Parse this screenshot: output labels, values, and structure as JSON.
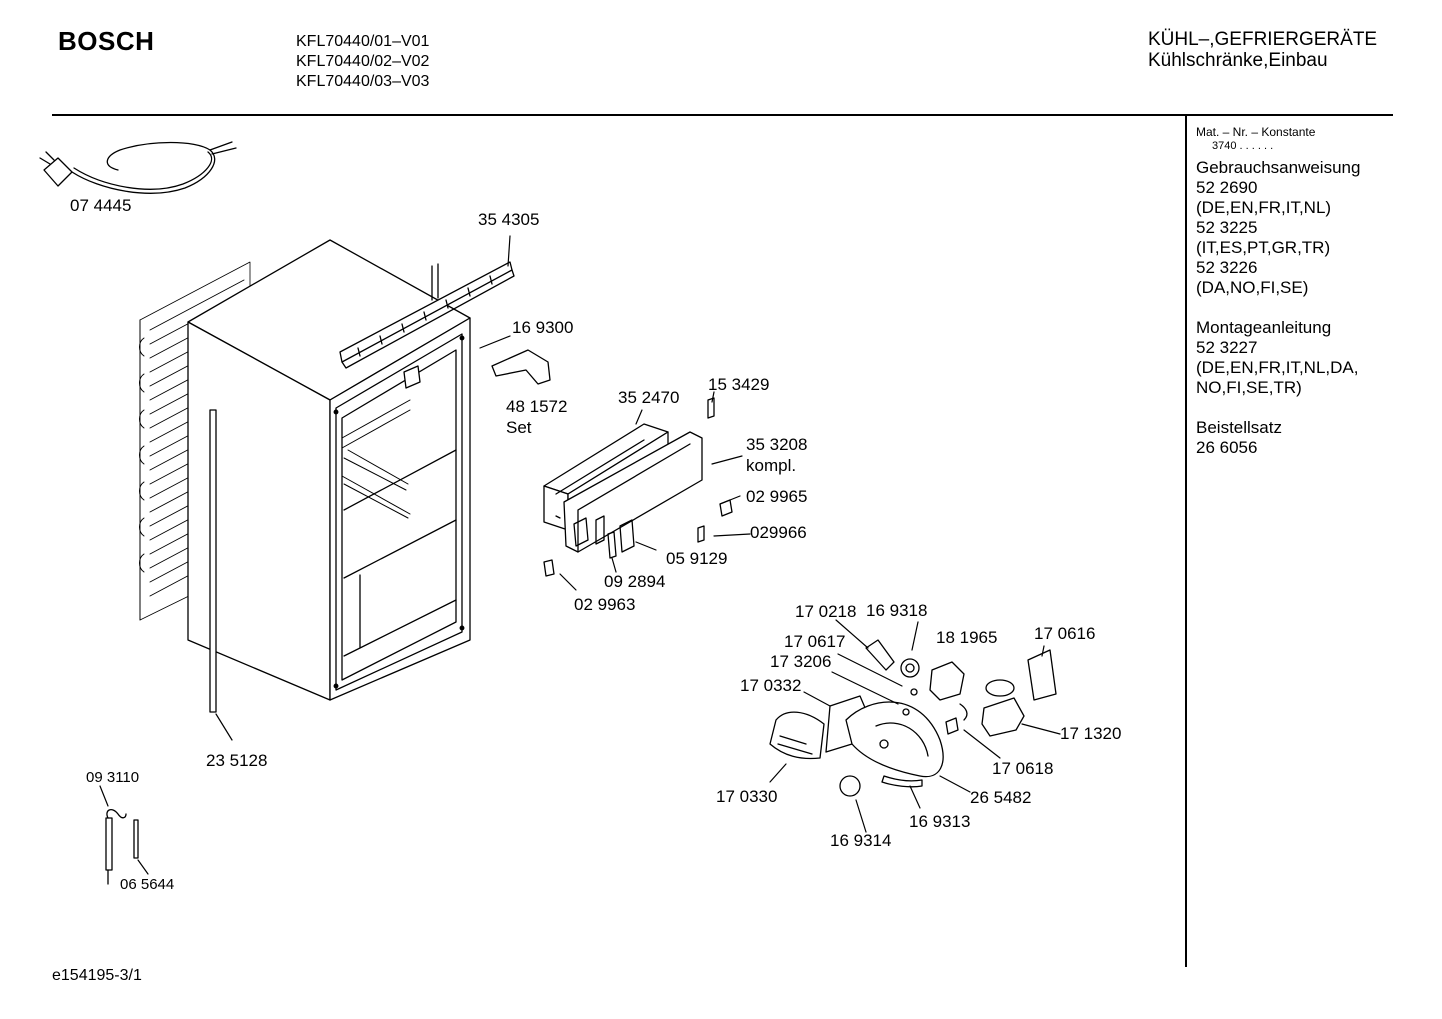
{
  "header": {
    "brand": "BOSCH",
    "models": [
      "KFL70440/01–V01",
      "KFL70440/02–V02",
      "KFL70440/03–V03"
    ],
    "category": "KÜHL–,GEFRIERGERÄTE",
    "subcategory": "Kühlschränke,Einbau"
  },
  "sidebar": {
    "mat_header": "Mat. – Nr. – Konstante",
    "mat_value": "3740  .  .  .  .  .  .",
    "sections": [
      {
        "title": "Gebrauchsanweisung",
        "lines": [
          "52 2690",
          "(DE,EN,FR,IT,NL)",
          "52 3225",
          "(IT,ES,PT,GR,TR)",
          "52 3226",
          "(DA,NO,FI,SE)"
        ]
      },
      {
        "title": "Montageanleitung",
        "lines": [
          "52 3227",
          "(DE,EN,FR,IT,NL,DA,",
          "NO,FI,SE,TR)"
        ]
      },
      {
        "title": "Beistellsatz",
        "lines": [
          "26 6056"
        ]
      }
    ]
  },
  "footer": {
    "doc_id": "e154195-3/1"
  },
  "parts": {
    "p074445": "07 4445",
    "p354305": "35 4305",
    "p169300": "16 9300",
    "p481572": "48 1572",
    "p481572_note": "Set",
    "p352470": "35 2470",
    "p153429": "15 3429",
    "p353208": "35 3208",
    "p353208_note": "kompl.",
    "p029965": "02 9965",
    "p029966": "029966",
    "p059129": "05 9129",
    "p092894": "09 2894",
    "p029963": "02 9963",
    "p235128": "23 5128",
    "p093110": "09 3110",
    "p065644": "06 5644",
    "p170218": "17 0218",
    "p169318": "16 9318",
    "p181965": "18 1965",
    "p170616": "17 0616",
    "p170617": "17 0617",
    "p173206": "17 3206",
    "p170332": "17 0332",
    "p171320": "17 1320",
    "p170618": "17 0618",
    "p265482": "26 5482",
    "p170330": "17 0330",
    "p169313": "16 9313",
    "p169314": "16 9314"
  }
}
